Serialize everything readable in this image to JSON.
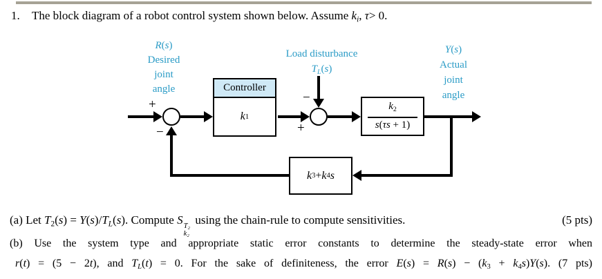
{
  "colors": {
    "accent-blue": "#2a9bc6",
    "header-fill": "#cfe9f6",
    "bar": "#a6a295",
    "line": "#000000"
  },
  "title": {
    "number": "1.",
    "segments": [
      {
        "t": "The block diagram of a robot control system shown below. Assume "
      },
      {
        "t": "k",
        "f": "it"
      },
      {
        "t": "i",
        "f": "it sub"
      },
      {
        "t": ", "
      },
      {
        "t": "τ",
        "f": "it"
      },
      {
        "t": "> 0."
      }
    ]
  },
  "diagram": {
    "input_label": {
      "line1": [
        {
          "t": "R",
          "f": "it"
        },
        {
          "t": "("
        },
        {
          "t": "s",
          "f": "it"
        },
        {
          "t": ")"
        }
      ],
      "line2": "Desired",
      "line3": "joint",
      "line4": "angle"
    },
    "disturbance_label": {
      "line1": "Load disturbance",
      "line2": [
        {
          "t": "T",
          "f": "it"
        },
        {
          "t": "L",
          "f": "it sub"
        },
        {
          "t": "("
        },
        {
          "t": "s",
          "f": "it"
        },
        {
          "t": ")"
        }
      ]
    },
    "output_label": {
      "line1": [
        {
          "t": "Y",
          "f": "it"
        },
        {
          "t": "("
        },
        {
          "t": "s",
          "f": "it"
        },
        {
          "t": ")"
        }
      ],
      "line2": "Actual",
      "line3": "joint",
      "line4": "angle"
    },
    "controller_block": {
      "header": "Controller",
      "gain": [
        {
          "t": "k",
          "f": "it"
        },
        {
          "t": "1",
          "f": "sub"
        }
      ]
    },
    "plant_block": {
      "numerator": [
        {
          "t": "k",
          "f": "it"
        },
        {
          "t": "2",
          "f": "sub"
        }
      ],
      "denominator": [
        {
          "t": "s",
          "f": "it"
        },
        {
          "t": "("
        },
        {
          "t": "τs",
          "f": "it"
        },
        {
          "t": " + 1)"
        }
      ]
    },
    "feedback_block": {
      "label": [
        {
          "t": "k",
          "f": "it"
        },
        {
          "t": "3",
          "f": "sub"
        },
        {
          "t": " + "
        },
        {
          "t": "k",
          "f": "it"
        },
        {
          "t": "4",
          "f": "sub"
        },
        {
          "t": "s",
          "f": "it"
        }
      ]
    },
    "signs": {
      "sum1_plus": "+",
      "sum1_minus": "−",
      "sum2_minus": "−",
      "sum2_plus": "+"
    }
  },
  "questions": {
    "a": {
      "segments": [
        {
          "t": "(a) Let "
        },
        {
          "t": "T",
          "f": "it"
        },
        {
          "t": "2",
          "f": "sub"
        },
        {
          "t": "("
        },
        {
          "t": "s",
          "f": "it"
        },
        {
          "t": ") = "
        },
        {
          "t": "Y",
          "f": "it"
        },
        {
          "t": "("
        },
        {
          "t": "s",
          "f": "it"
        },
        {
          "t": ")/"
        },
        {
          "t": "T",
          "f": "it"
        },
        {
          "t": "L",
          "f": "it sub"
        },
        {
          "t": "("
        },
        {
          "t": "s",
          "f": "it"
        },
        {
          "t": "). Compute "
        },
        {
          "t": "S",
          "f": "it"
        },
        {
          "f": "supsub",
          "sup": "T₂",
          "sub": "k₂"
        },
        {
          "t": " using the chain-rule to compute sensitivities."
        }
      ],
      "points": "(5 pts)"
    },
    "b": {
      "line1": "(b) Use the system type and appropriate static error constants to determine the steady-state error when",
      "line2": [
        {
          "t": "r",
          "f": "it"
        },
        {
          "t": "("
        },
        {
          "t": "t",
          "f": "it"
        },
        {
          "t": ") = (5 − 2"
        },
        {
          "t": "t",
          "f": "it"
        },
        {
          "t": "),  and "
        },
        {
          "t": "T",
          "f": "it"
        },
        {
          "t": "L",
          "f": "it sub"
        },
        {
          "t": "("
        },
        {
          "t": "t",
          "f": "it"
        },
        {
          "t": ") = 0. For the sake of definiteness, the error "
        },
        {
          "t": "E",
          "f": "it"
        },
        {
          "t": "("
        },
        {
          "t": "s",
          "f": "it"
        },
        {
          "t": ") = "
        },
        {
          "t": "R",
          "f": "it"
        },
        {
          "t": "("
        },
        {
          "t": "s",
          "f": "it"
        },
        {
          "t": ") − ("
        },
        {
          "t": "k",
          "f": "it"
        },
        {
          "t": "3",
          "f": "sub"
        },
        {
          "t": " + "
        },
        {
          "t": "k",
          "f": "it"
        },
        {
          "t": "4",
          "f": "sub"
        },
        {
          "t": "s",
          "f": "it"
        },
        {
          "t": ")"
        },
        {
          "t": "Y",
          "f": "it"
        },
        {
          "t": "("
        },
        {
          "t": "s",
          "f": "it"
        },
        {
          "t": "). (7 pts)"
        }
      ]
    }
  }
}
